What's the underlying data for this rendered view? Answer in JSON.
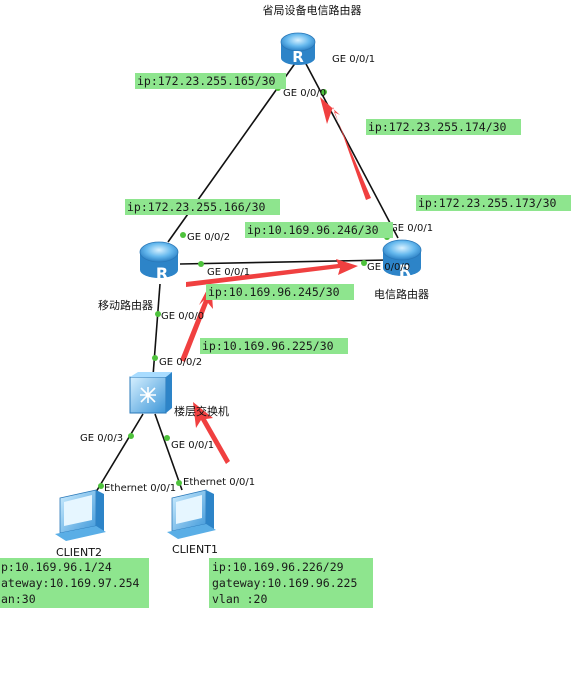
{
  "devices": {
    "core_router": {
      "name": "省局设备电信路由器"
    },
    "mobile_router": {
      "name": "移动路由器"
    },
    "telecom_router": {
      "name": "电信路由器"
    },
    "floor_switch": {
      "name": "楼层交换机"
    },
    "client1": {
      "name": "CLIENT1"
    },
    "client2": {
      "name": "CLIENT2"
    }
  },
  "ports": {
    "core_ge001": "GE 0/0/1",
    "core_ge000": "GE 0/0/0",
    "mobile_ge002": "GE 0/0/2",
    "mobile_ge001": "GE 0/0/1",
    "mobile_ge000": "GE 0/0/0",
    "telecom_ge001": "GE 0/0/1",
    "telecom_ge000": "GE 0/0/0",
    "switch_ge002": "GE 0/0/2",
    "switch_ge003": "GE 0/0/3",
    "switch_ge001": "GE 0/0/1",
    "client2_eth": "Ethernet 0/0/1",
    "client1_eth": "Ethernet 0/0/1"
  },
  "ip_labels": {
    "core_g000": "ip:172.23.255.165/30",
    "telecom_to_core": "ip:172.23.255.174/30",
    "mobile_to_core": "ip:172.23.255.166/30",
    "telecom_to_core_2": "ip:172.23.255.173/30",
    "telecom_to_mobile": "ip:10.169.96.246/30",
    "mobile_to_telecom": "ip:10.169.96.245/30",
    "mobile_to_switch": "ip:10.169.96.225/30"
  },
  "client2_info": {
    "ip": "p:10.169.96.1/24",
    "gateway": "ateway:10.169.97.254",
    "vlan": "an:30"
  },
  "client1_info": {
    "ip": "ip:10.169.96.226/29",
    "gateway": "gateway:10.169.96.225",
    "vlan": "vlan :20"
  },
  "colors": {
    "label_bg": "#8ee58e",
    "port_dot": "#4ec23c",
    "arrow": "#f04040",
    "router_blue": "#3b93d6"
  }
}
